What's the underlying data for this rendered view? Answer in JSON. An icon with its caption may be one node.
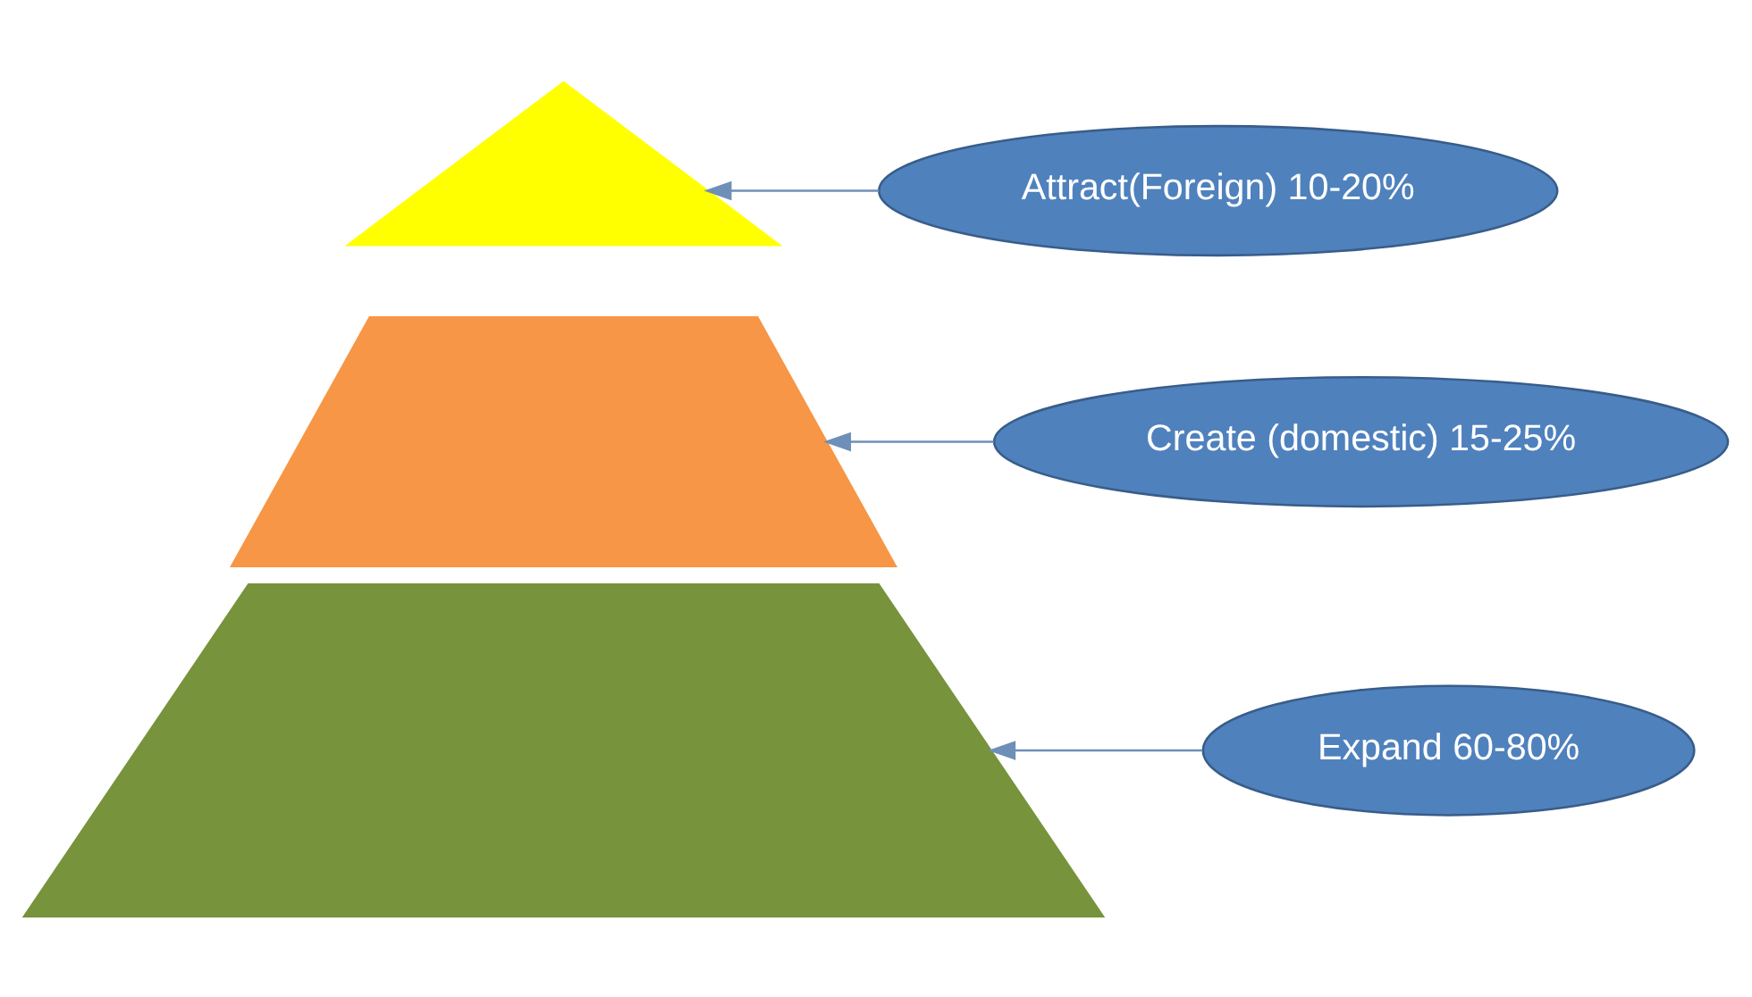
{
  "diagram": {
    "nodes": [
      {
        "text": [],
        "shape": "triangle"
      },
      {
        "text": [
          "Attract(Foreign) 10-20%"
        ]
      },
      {
        "text": [
          "Create (domestic) 15-25%"
        ]
      },
      {
        "text": [],
        "shape": "trapezoid"
      },
      {
        "text": [],
        "shape": "trapezoid"
      },
      {
        "text": [
          "Expand 60-80%"
        ]
      }
    ],
    "edges": [
      {
        "from": 1,
        "to": 0,
        "arrow": "to"
      },
      {
        "from": 2,
        "to": 3,
        "arrow": "to"
      },
      {
        "from": 5,
        "to": 4,
        "arrow": "to"
      }
    ]
  }
}
